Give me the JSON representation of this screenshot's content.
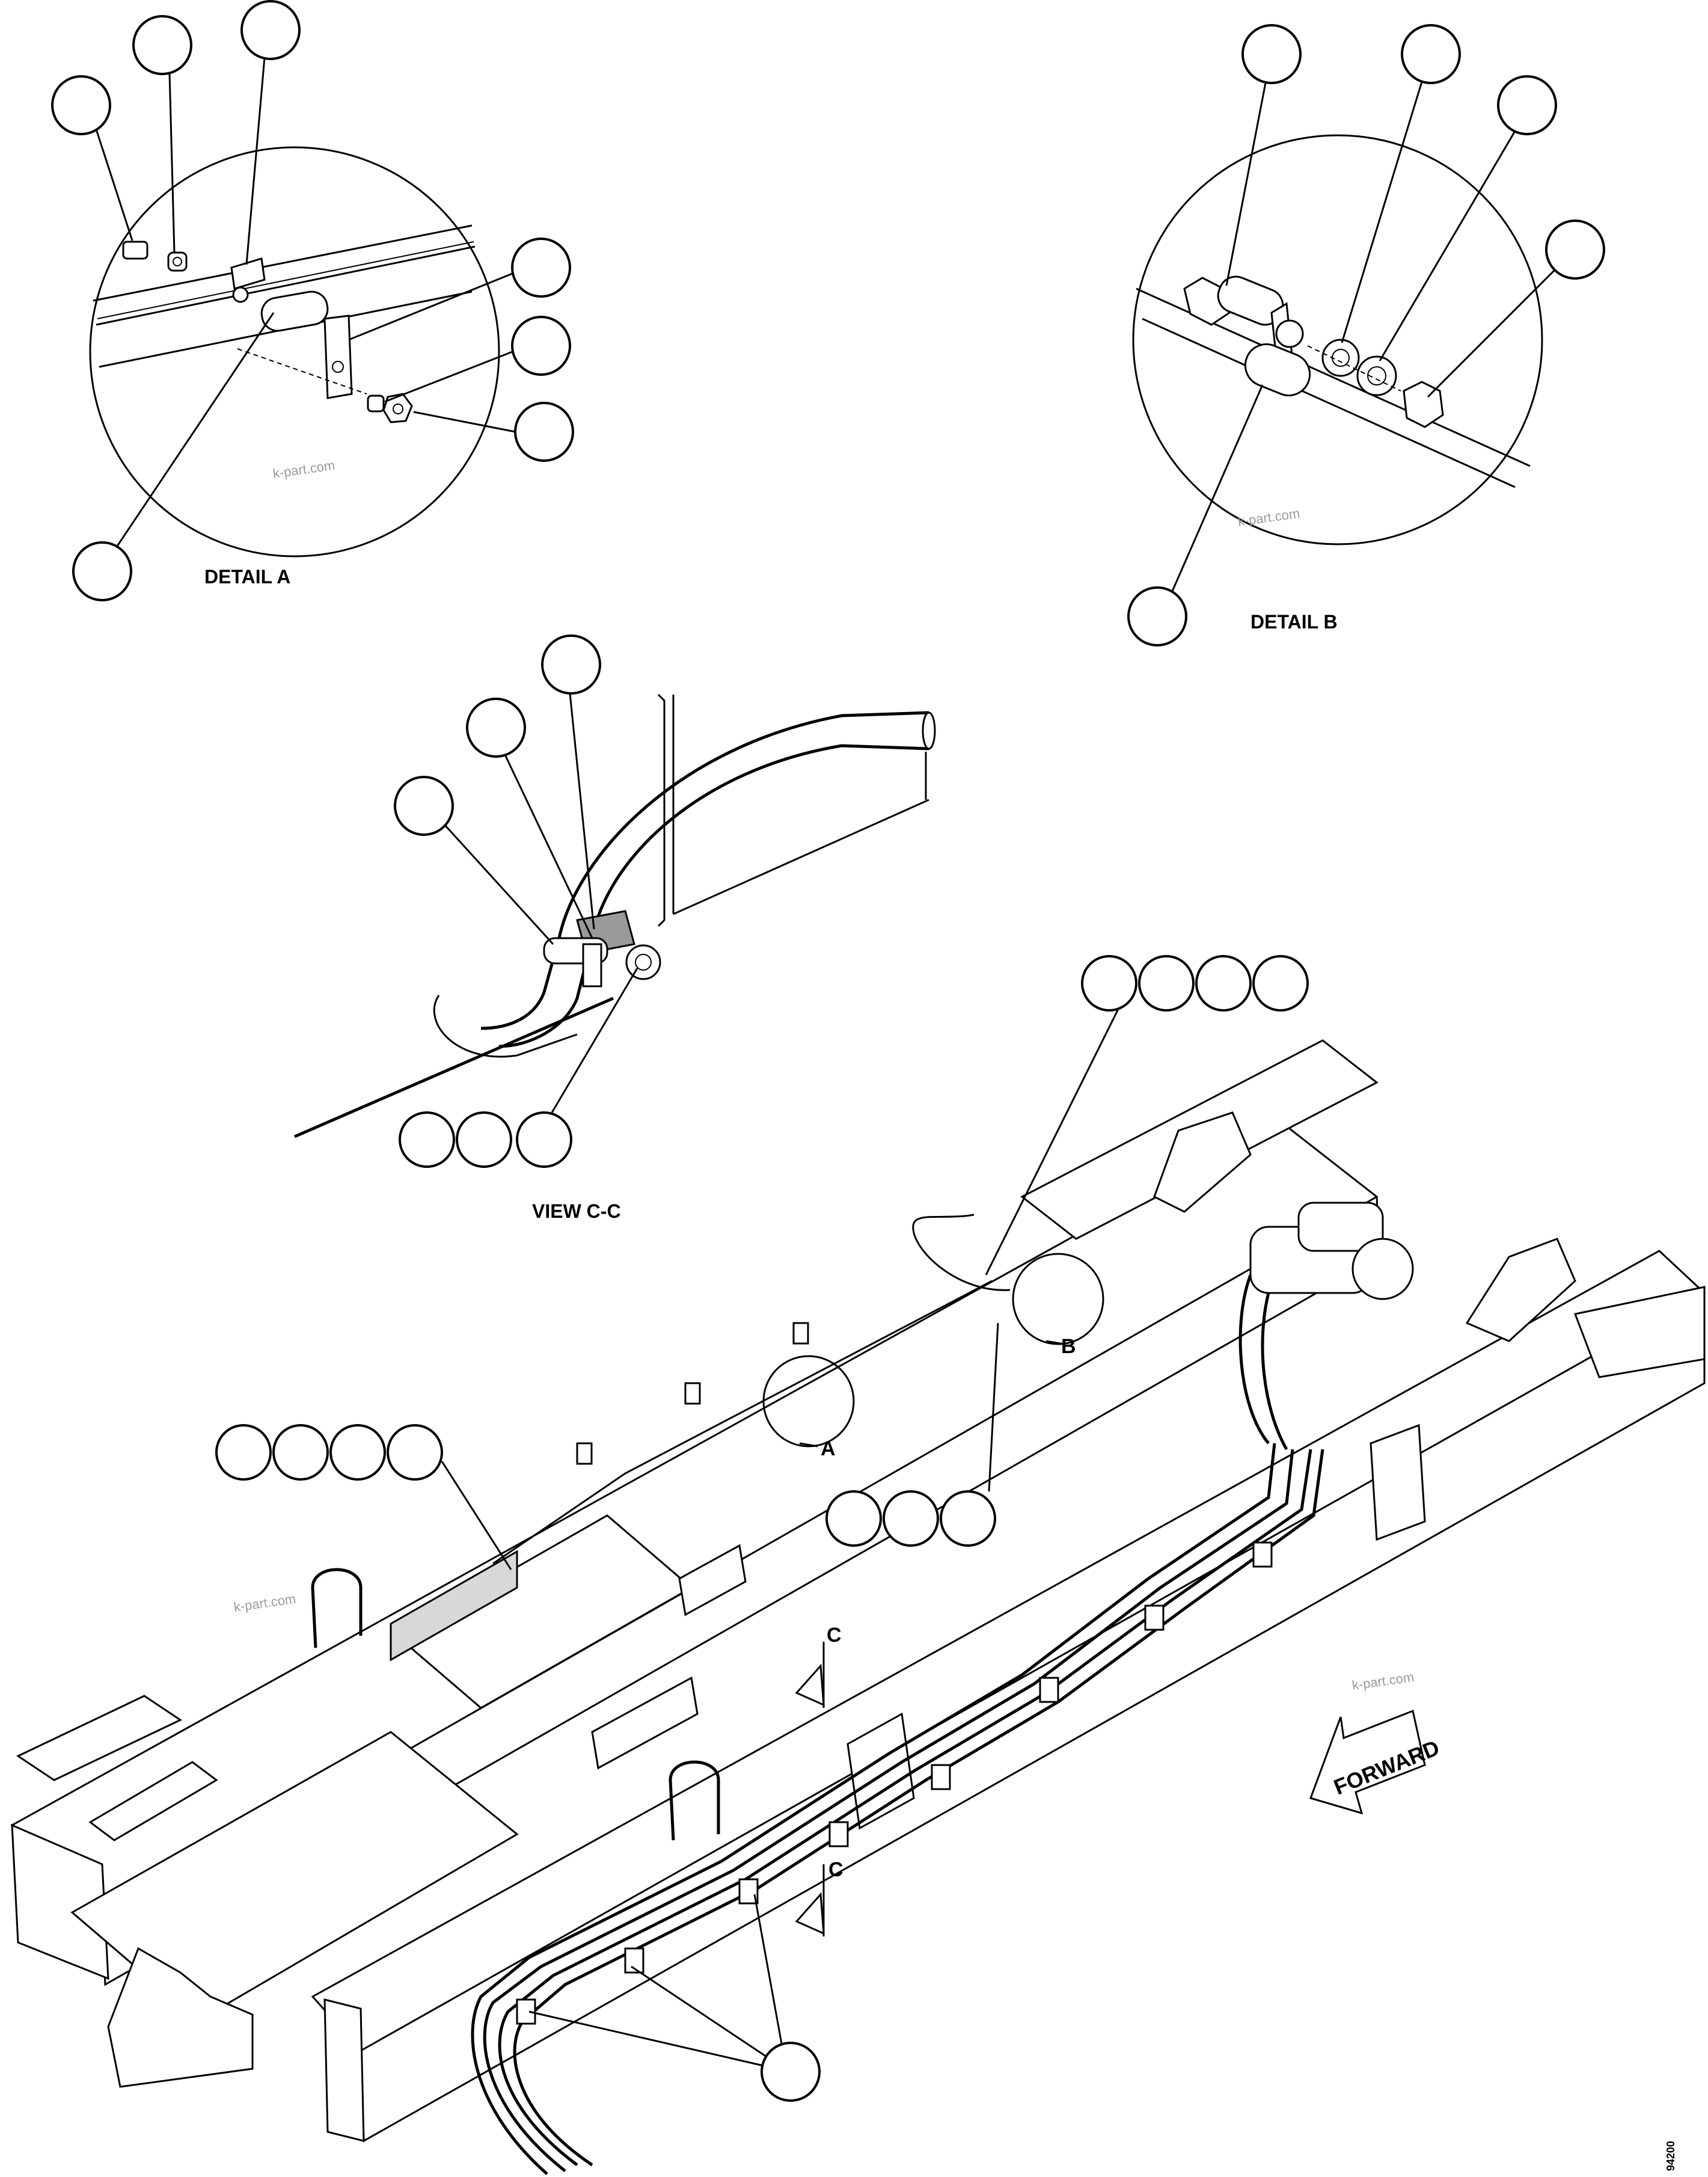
{
  "labels": {
    "detail_a": "DETAIL A",
    "detail_b": "DETAIL B",
    "view_cc": "VIEW C-C",
    "section_mark": "C",
    "callout_a": "A",
    "callout_b": "B",
    "forward": "FORWARD",
    "drawing_number": "94200"
  },
  "watermark": "k-part.com",
  "colors": {
    "line": "#000000",
    "background": "#ffffff",
    "watermark": "#9a9a9a"
  }
}
